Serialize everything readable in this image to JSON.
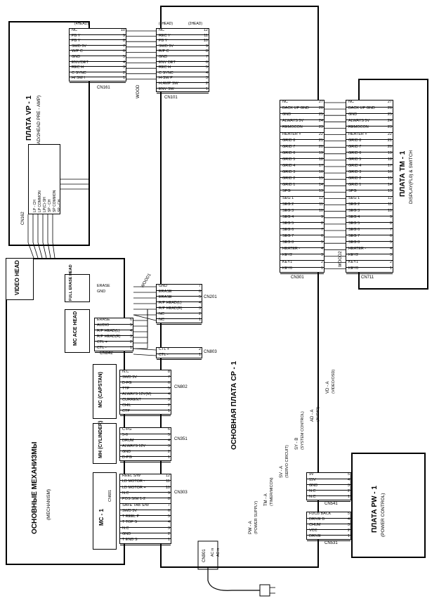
{
  "boards": {
    "vp1": {
      "title": "ПЛАТА VP - 1",
      "subtitle": "(4HEAD/2HEAD PRE - AMP)"
    },
    "cp1": {
      "title": "ОСНОВНАЯ ПЛАТА CP - 1"
    },
    "tm1": {
      "title": "ПЛАТА TM - 1",
      "subtitle": "DISPLAY(FL0) & SWITCH"
    },
    "pw1": {
      "title": "ПЛАТА PW - 1",
      "subtitle": "(POWER CONTROL)"
    },
    "mech": {
      "title": "ОСНОВНЫЕ МЕХАНИЗМЫ",
      "subtitle": "(MECHANISM)"
    }
  },
  "cp_sections": [
    {
      "code": "PW - A",
      "desc": "(POWER SUPPLY)"
    },
    {
      "code": "TM - A",
      "desc": "(TIMER/MICON)"
    },
    {
      "code": "SV - A",
      "desc": "(SERVO CIRCUIT)"
    },
    {
      "code": "SY - B",
      "desc": "(SYSTEM CONTROL)"
    },
    {
      "code": "AD - A",
      "desc": "(AUDIO)"
    },
    {
      "code": "VD - A",
      "desc": "(VIDEO/OSD)"
    }
  ],
  "connectors": {
    "cn161": {
      "label": "CN161",
      "tag": "(4HEAD)",
      "pins": [
        "NC",
        "PB Y",
        "PB Y",
        "SWD 5V",
        "W/P C",
        "GND",
        "ENV/DET",
        "REC H",
        "C SYNC",
        "H/ SW I"
      ]
    },
    "cn101": {
      "label": "CN101",
      "tag": "(4HEAD)",
      "tag2": "(2HEAD)",
      "pins": [
        "NC",
        "REC Y",
        "PB Y",
        "SWD 5V",
        "R/P C",
        "GND",
        "ENV DET",
        "REC H",
        "C SYNC",
        "H-SW P",
        "H.AMP SW",
        "ENV SW"
      ]
    },
    "cn162": {
      "label": "CN162",
      "rows": [
        "LP - CH",
        "LP COMMON",
        "LP(C)-SH",
        "SP - CH",
        "SP COMMON",
        "SP - CH"
      ],
      "tag": "(4HEAD)",
      "tag2": "(2HEAD)"
    },
    "cn301_tm": {
      "label": "CN301",
      "pins": [
        "NC",
        "BACK UP GND",
        "GND",
        "ALWAYS 5V",
        "REMOCON",
        "HEATER +",
        "GRID 8",
        "GRID 7",
        "GRID 6",
        "GRID 5",
        "GRID 4",
        "GRID 3",
        "GRID 2",
        "GRID 1",
        "SPG",
        "SEG 1",
        "SEG 2",
        "SEG 3",
        "SEG 4",
        "SEG 5",
        "SEG 6",
        "SEG 7",
        "SEG 8",
        "HEATER -",
        "KEY2",
        "KEY1",
        "KEY0"
      ]
    },
    "cn711": {
      "label": "CN711",
      "pins": [
        "NC",
        "BACK UP GND",
        "GND",
        "ALWAYS 5V",
        "REMOCON",
        "HEATER +",
        "GRID 8",
        "GRID 7",
        "GRID 6",
        "GRID 5",
        "GRID 4",
        "GRID 3",
        "GRID 2",
        "GRID 1",
        "SPG",
        "SEG 1",
        "SEG 2",
        "SEG 3",
        "SEG 4",
        "SEG 5",
        "SEG 6",
        "SEG 7",
        "SEG 8",
        "HEATER -",
        "KEY2",
        "KEY1",
        "KEY0"
      ]
    },
    "cn201": {
      "label": "CN201",
      "pins": [
        "GND",
        "ERASE",
        "ERASE",
        "R/P HEAD(L)",
        "R/P HEAD(R)",
        "NC",
        "NC"
      ]
    },
    "cn842": {
      "label": "CN842",
      "pins": [
        "ERASE",
        "AUDIO",
        "R/P HEAD(L)",
        "R/P HEAD(R)",
        "CTL +",
        "CTL -"
      ]
    },
    "cn803": {
      "label": "CN803",
      "pins": [
        "CTL +",
        "CTL -"
      ]
    },
    "cn802": {
      "label": "CN802",
      "pins": [
        "N.C",
        "SWD 5V",
        "D-FG",
        "TTP",
        "ALWAYS 12V(M)",
        "CURRENT",
        "CHIL",
        "CTP"
      ]
    },
    "cn351": {
      "label": "CN351",
      "pins": [
        "C-FG",
        "5-6",
        "DRUM",
        "ALWAYS 12V",
        "GND",
        "D-PG"
      ]
    },
    "cn303": {
      "label": "CN303",
      "pins": [
        "REEL S/W",
        "LD MOTOR -",
        "LD MOTOR +",
        "N.C",
        "POS S/W 1-2",
        "SAFE TAB S/W",
        "SWD 5V",
        "T REEL P",
        "T TOP S",
        "N.C",
        "GND",
        "T END S"
      ]
    },
    "cn541": {
      "label": "CN541",
      "pins": [
        "9V",
        "15V",
        "GND",
        "N.C",
        "N.C"
      ]
    },
    "cn531": {
      "label": "CN531",
      "pins": [
        "FDCB BACK",
        "DRIVE B",
        "CHUM",
        "VCC",
        "DRIVE"
      ]
    },
    "cn901": {
      "label": "CN901",
      "pins": [
        "AC in",
        "AC in"
      ]
    }
  },
  "mech_blocks": {
    "video_head": "VIDEO HEAD",
    "fe_head": "FULL ERASE HEAD",
    "fe_pins": [
      "ERASE",
      "GND"
    ],
    "ace_head": "MC ACE HEAD",
    "capstan": "MC (CAPSTAN)",
    "cylinder": "MH (CYLINDER)",
    "mc1": "MC - 1",
    "cn601": "CN601"
  },
  "wood_labels": [
    "WOOD1",
    "WOOD",
    "WOOD2"
  ]
}
